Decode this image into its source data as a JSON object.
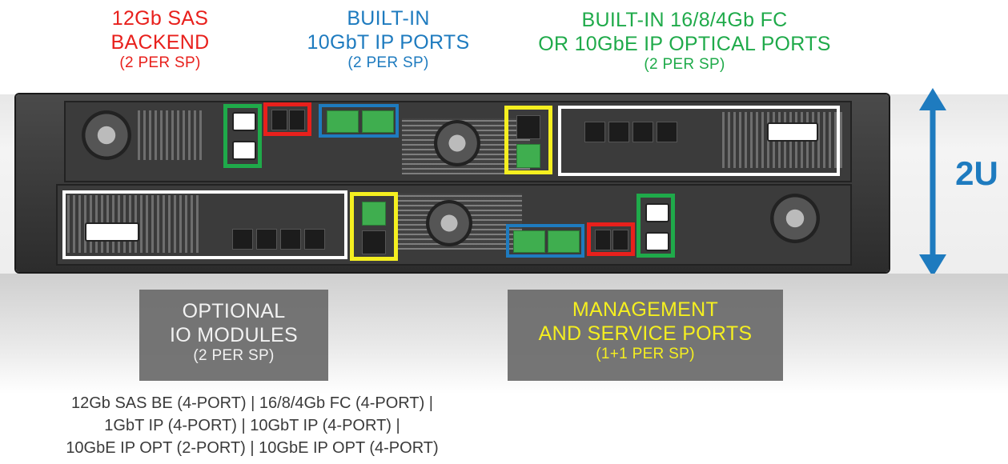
{
  "callouts": {
    "sas_backend": {
      "line1": "12Gb SAS",
      "line2": "BACKEND",
      "line3": "(2 PER SP)",
      "color": "#e8201c"
    },
    "builtin_10gbt": {
      "line1": "BUILT-IN",
      "line2": "10GbT IP PORTS",
      "line3": "(2 PER SP)",
      "color": "#1e7bbf"
    },
    "builtin_fc": {
      "line1": "BUILT-IN 16/8/4Gb FC",
      "line2": "OR 10GbE IP OPTICAL PORTS",
      "line3": "(2 PER SP)",
      "color": "#1faa4a"
    },
    "io_modules": {
      "line1": "OPTIONAL",
      "line2": "IO MODULES",
      "line3": "(2 PER SP)",
      "color": "#f2f2f2"
    },
    "mgmt": {
      "line1": "MANAGEMENT",
      "line2": "AND SERVICE PORTS",
      "line3": "(1+1 PER SP)",
      "color": "#f5ef20"
    }
  },
  "height_label": "2U",
  "io_module_options": {
    "line1": "12Gb SAS BE (4-PORT) | 16/8/4Gb FC (4-PORT) |",
    "line2": "1GbT IP (4-PORT) | 10GbT IP (4-PORT) |",
    "line3": "10GbE IP OPT (2-PORT) | 10GbE IP OPT (4-PORT)"
  },
  "arrow_color": "#1e7bbf"
}
